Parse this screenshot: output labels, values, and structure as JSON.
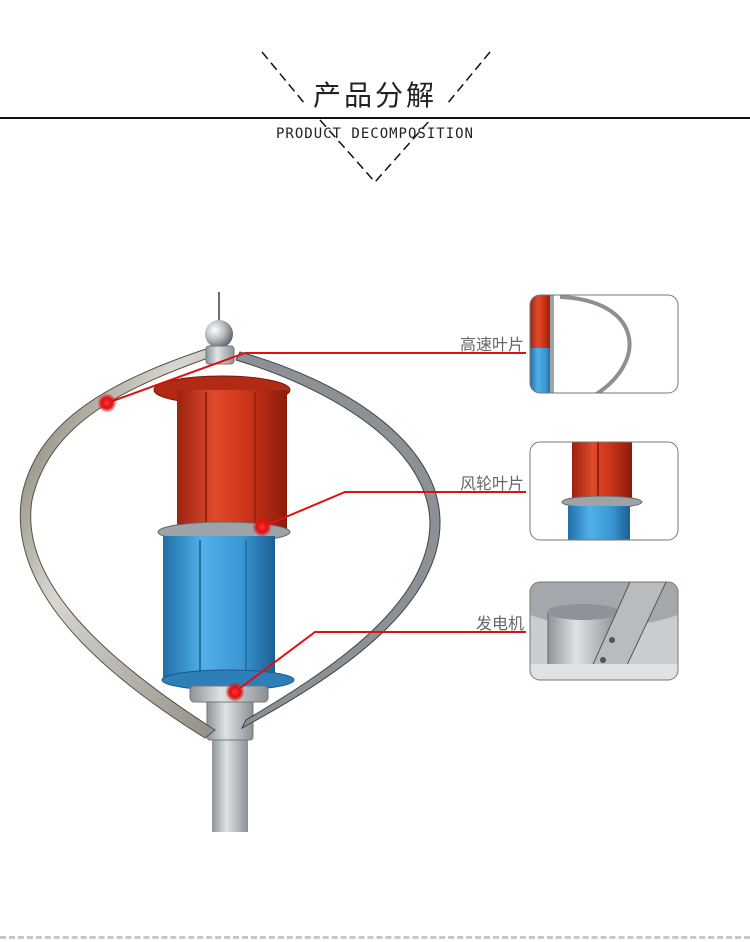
{
  "header": {
    "title_cn": "产品分解",
    "title_en": "PRODUCT DECOMPOSITION"
  },
  "callouts": [
    {
      "label": "高速叶片"
    },
    {
      "label": "风轮叶片"
    },
    {
      "label": "发电机"
    }
  ],
  "colors": {
    "accent_red": "#e01010",
    "rotor_red": "#d23a22",
    "rotor_blue": "#3c9ad6",
    "steel": "#a8aeb3",
    "dark_line": "#111111"
  }
}
